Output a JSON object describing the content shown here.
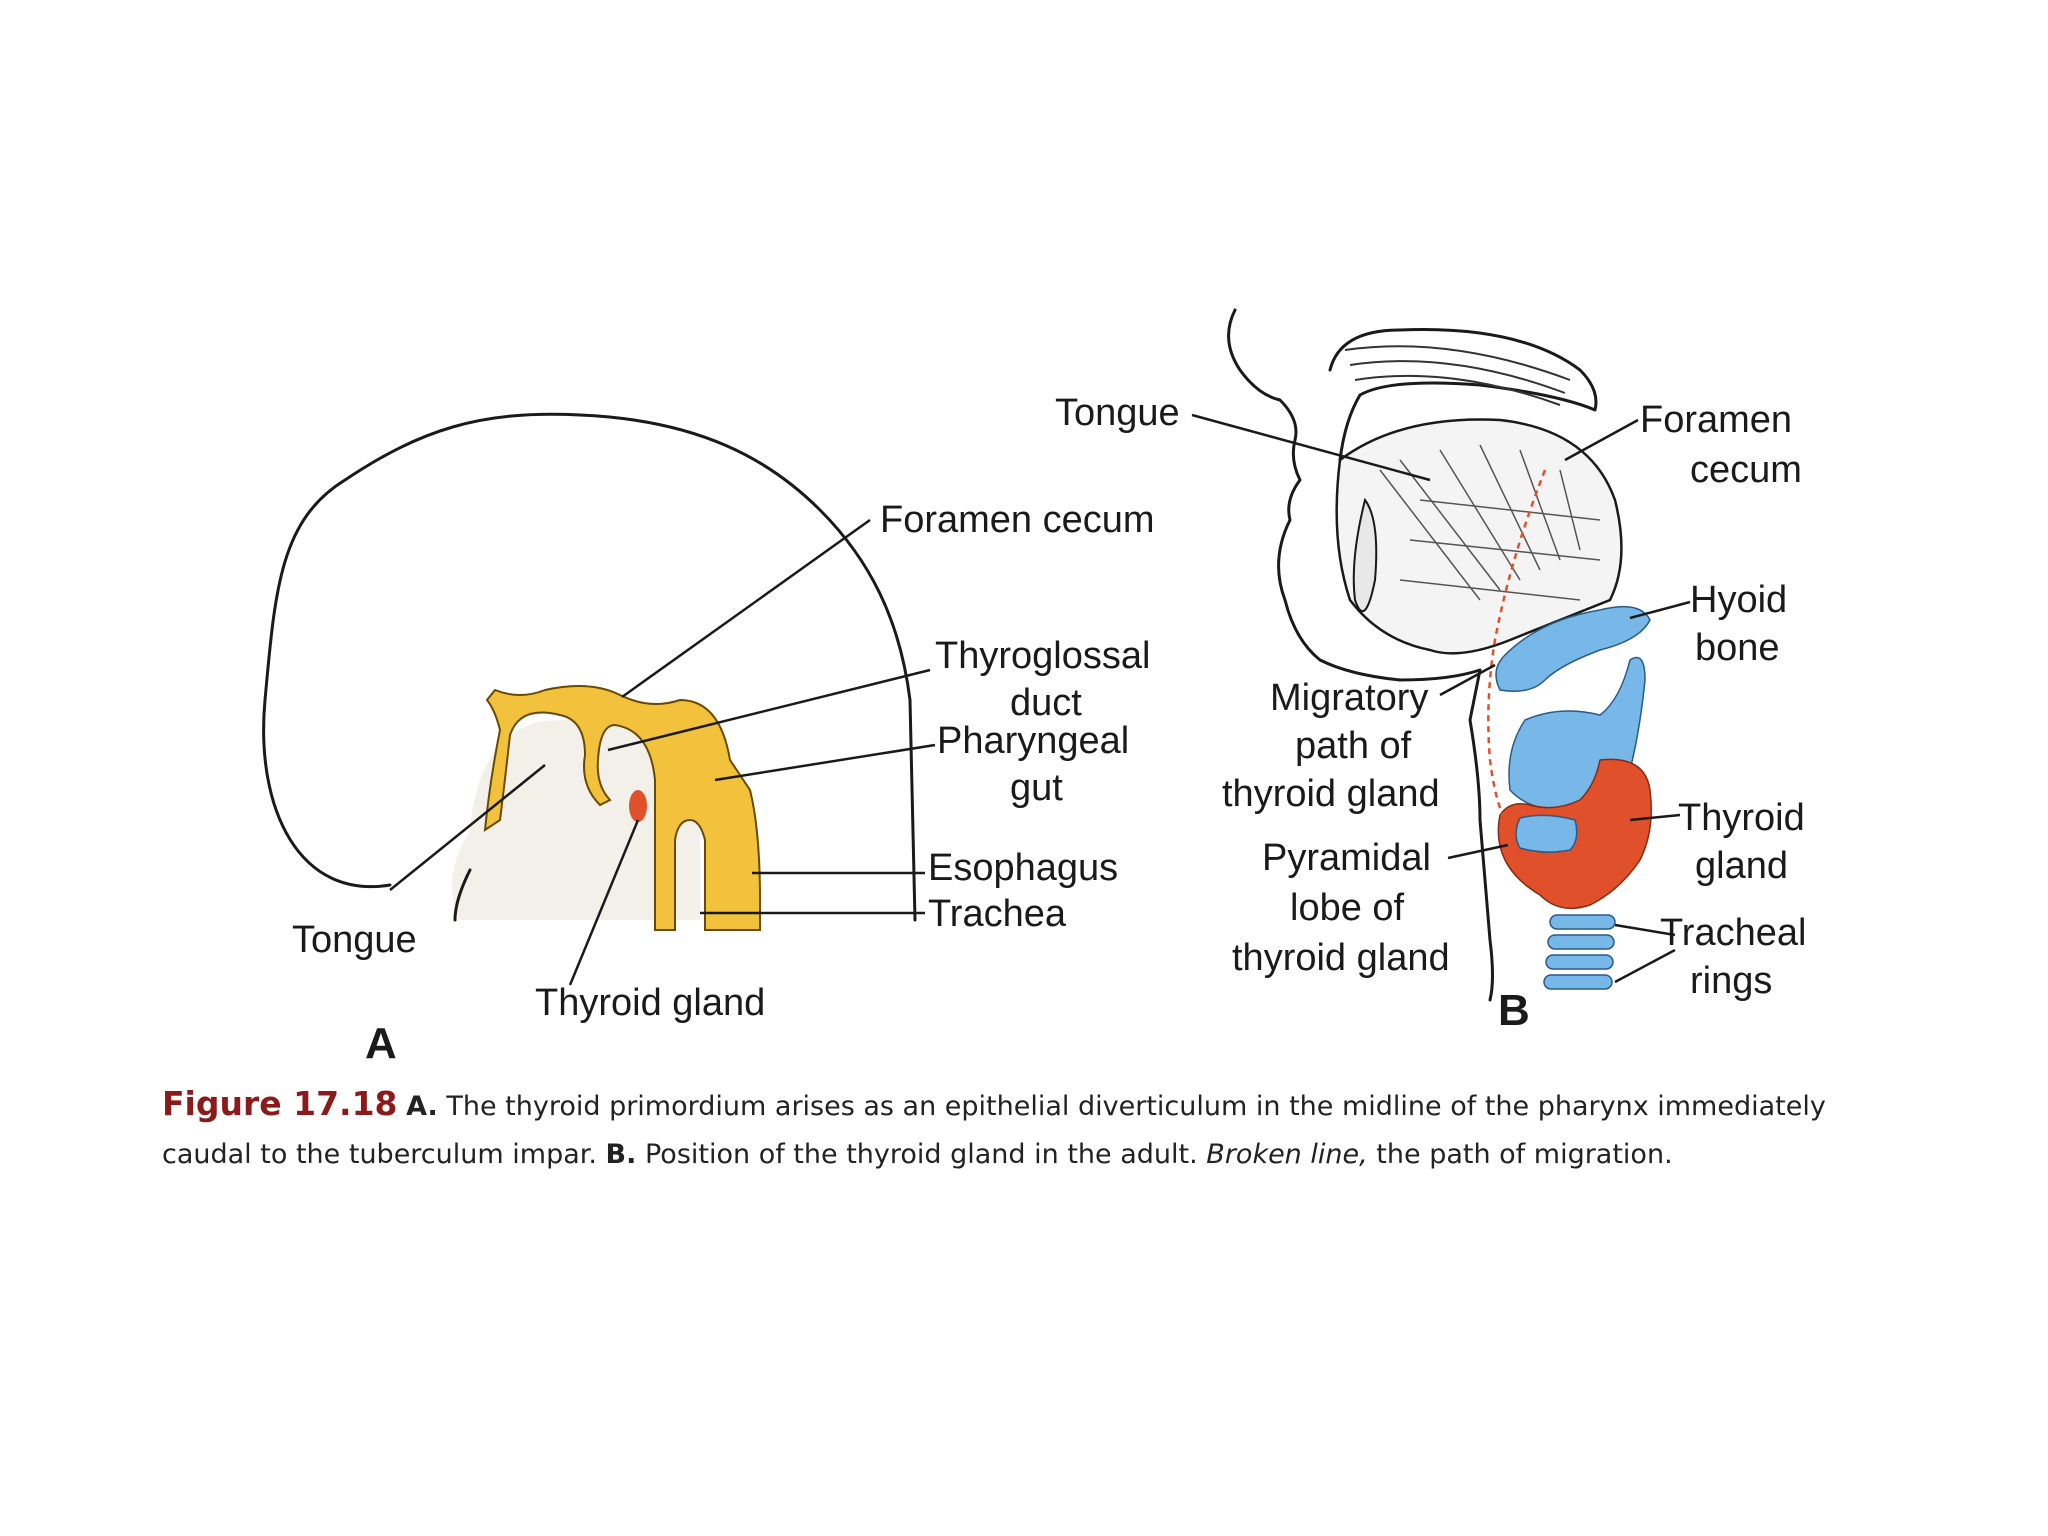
{
  "panel_a": {
    "panel_letter": "A",
    "labels": {
      "foramen_cecum": "Foramen cecum",
      "thyroglossal_1": "Thyroglossal",
      "thyroglossal_2": "duct",
      "pharyngeal_1": "Pharyngeal",
      "pharyngeal_2": "gut",
      "esophagus": "Esophagus",
      "trachea": "Trachea",
      "tongue": "Tongue",
      "thyroid_gland": "Thyroid gland"
    }
  },
  "panel_b": {
    "panel_letter": "B",
    "labels": {
      "tongue": "Tongue",
      "foramen_1": "Foramen",
      "foramen_2": "cecum",
      "hyoid_1": "Hyoid",
      "hyoid_2": "bone",
      "migratory_1": "Migratory",
      "migratory_2": "path of",
      "migratory_3": "thyroid gland",
      "pyramidal_1": "Pyramidal",
      "pyramidal_2": "lobe of",
      "pyramidal_3": "thyroid gland",
      "thyroid_1": "Thyroid",
      "thyroid_2": "gland",
      "tracheal_1": "Tracheal",
      "tracheal_2": "rings"
    }
  },
  "colors": {
    "duct_yellow": "#f2c23c",
    "bone_blue": "#78b8e8",
    "gland_red": "#e0502a"
  },
  "caption": {
    "figure_number": "Figure 17.18",
    "a_marker": "A.",
    "a_text": "The thyroid primordium arises as an epithelial diverticulum in the midline of the pharynx immediately caudal to the tuberculum impar.",
    "b_marker": "B.",
    "b_text": "Position of the thyroid gland in the adult.",
    "italic_text": "Broken line,",
    "end_text": "the path of migration."
  }
}
